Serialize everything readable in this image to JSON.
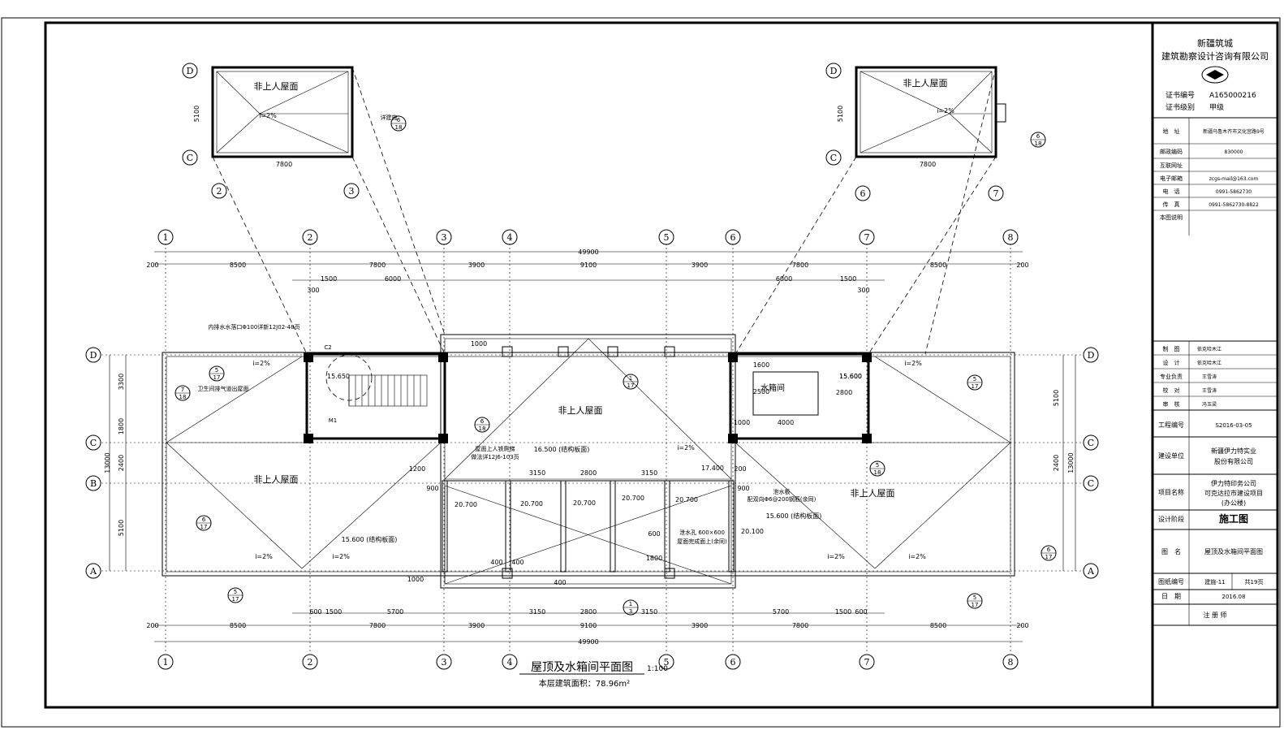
{
  "title_block": {
    "company_line1": "新疆筑城",
    "company_line2": "建筑勘察设计咨询有限公司",
    "cert_no_label": "证书编号",
    "cert_no": "A165000216",
    "cert_level_label": "证书级别",
    "cert_level": "甲级",
    "rows": [
      {
        "label": "地　址",
        "value": "新疆乌鲁木齐市文化宫路9号"
      },
      {
        "label": "邮政编码",
        "value": "830000"
      },
      {
        "label": "互联网址",
        "value": ""
      },
      {
        "label": "电子邮箱",
        "value": "zcgs-mail@163.com"
      },
      {
        "label": "电　话",
        "value": "0991-5862730"
      },
      {
        "label": "传　真",
        "value": "0991-5862730-8822"
      },
      {
        "label": "本图说明",
        "value": ""
      }
    ],
    "sign_rows": [
      {
        "label": "制　图",
        "value": "依克哈木江"
      },
      {
        "label": "设　计",
        "value": "依克哈木江"
      },
      {
        "label": "专业负责",
        "value": "王雪涛"
      },
      {
        "label": "校　对",
        "value": "王雪涛"
      },
      {
        "label": "审　核",
        "value": "冯玉梁"
      }
    ],
    "project_no_label": "工程编号",
    "project_no": "S2016-03-05",
    "client_label": "建设单位",
    "client_line1": "新疆伊力特实业",
    "client_line2": "股份有限公司",
    "project_name_label": "项目名称",
    "project_line1": "伊力特印务公司",
    "project_line2": "可克达拉市建设项目",
    "project_line3": "(办公楼)",
    "stage_label": "设计阶段",
    "stage": "施工图",
    "drawing_name_label": "图　名",
    "drawing_name": "屋顶及水箱间平面图",
    "sheet_label": "图纸编号",
    "sheet_no": "建施-11",
    "sheet_total": "共19页",
    "date_label": "日　期",
    "date": "2016.08",
    "note": "注 册 师"
  },
  "plan": {
    "title": "屋顶及水箱间平面图",
    "scale": "1:100",
    "area": "本层建筑面积：78.96m²",
    "roof_label": "非上人屋面",
    "water_tank_label": "水箱间",
    "slope": "i=2%",
    "axes_h": [
      "1",
      "2",
      "3",
      "4",
      "5",
      "6",
      "7",
      "8"
    ],
    "axes_v": [
      "D",
      "C",
      "B",
      "A"
    ],
    "total_dim": "49900",
    "dims_top": [
      "200",
      "8500",
      "7800",
      "3900",
      "9100",
      "3900",
      "7800",
      "8500",
      "200"
    ],
    "dims_top2": [
      "1500",
      "6000",
      "6000",
      "1500",
      "300",
      "300"
    ],
    "dims_bottom": [
      "600",
      "1500",
      "5700",
      "3150",
      "2800",
      "3150",
      "5700",
      "1500",
      "600"
    ],
    "dims_left": [
      "3300",
      "1800",
      "2400",
      "5100",
      "13000"
    ],
    "dims_right": [
      "5100",
      "2400",
      "13000"
    ],
    "inner_dims": [
      "3150",
      "2800",
      "3150",
      "900",
      "900",
      "1200",
      "1000",
      "1000",
      "400",
      "400",
      "400",
      "1800",
      "600",
      "200"
    ],
    "tank_dims": [
      "2500",
      "2800",
      "4000",
      "1600",
      "1000",
      "15.600"
    ],
    "elevations": [
      "15.650",
      "16.500 (结构板面)",
      "17.400",
      "20.100",
      "20.700",
      "20.700",
      "20.700",
      "20.700",
      "20.700",
      "15.600 (结构板面)",
      "15.600 (结构板面)",
      "15.600"
    ],
    "notes": [
      "内排水水落口Φ100详新12J02-48页",
      "卫生间排气道出屋面",
      "详建施",
      "屋面上人铁爬梯",
      "做法详12J6-103页",
      "泄水板",
      "配双向Φ6@200钢筋(余同)",
      "泄水孔 600×600",
      "屋面完成面上(余同)",
      "C2",
      "M1"
    ],
    "detail_refs": [
      {
        "top": "5",
        "bottom": "17"
      },
      {
        "top": "7",
        "bottom": "18"
      },
      {
        "top": "6",
        "bottom": "18"
      },
      {
        "top": "1",
        "bottom": "17"
      },
      {
        "top": "6",
        "bottom": "17"
      },
      {
        "top": "1",
        "bottom": "3"
      },
      {
        "top": "5",
        "bottom": "18"
      }
    ],
    "inset_dims": [
      "7800",
      "5100"
    ],
    "inset_left_axes": [
      "2",
      "3",
      "D",
      "C"
    ],
    "inset_right_axes": [
      "6",
      "7",
      "D",
      "C"
    ]
  }
}
